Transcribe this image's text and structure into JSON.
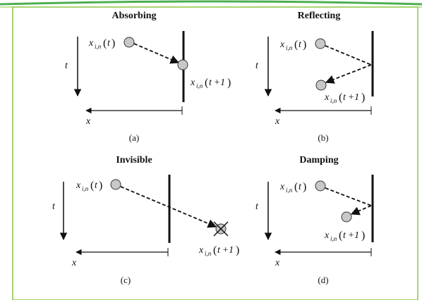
{
  "panels": [
    {
      "title": "Absorbing",
      "caption": "(a)",
      "time_axis": "t",
      "space_axis": "x",
      "before": {
        "var": "x",
        "sub": "i,n",
        "arg": "t"
      },
      "after": {
        "var": "x",
        "sub": "i,n",
        "arg": "t +1"
      }
    },
    {
      "title": "Reflecting",
      "caption": "(b)",
      "time_axis": "t",
      "space_axis": "x",
      "before": {
        "var": "x",
        "sub": "i,n",
        "arg": "t"
      },
      "after": {
        "var": "x",
        "sub": "i,n",
        "arg": "t +1"
      }
    },
    {
      "title": "Invisible",
      "caption": "(c)",
      "time_axis": "t",
      "space_axis": "x",
      "before": {
        "var": "x",
        "sub": "i,n",
        "arg": "t"
      },
      "after": {
        "var": "x",
        "sub": "i,n",
        "arg": "t +1"
      }
    },
    {
      "title": "Damping",
      "caption": "(d)",
      "time_axis": "t",
      "space_axis": "x",
      "before": {
        "var": "x",
        "sub": "i,n",
        "arg": "t"
      },
      "after": {
        "var": "x",
        "sub": "i,n",
        "arg": "t +1"
      }
    }
  ],
  "colors": {
    "frame_border": "#8cc641",
    "top_accent": "#4caf50",
    "particle_fill": "#c8c8c8",
    "ink": "#111111"
  }
}
